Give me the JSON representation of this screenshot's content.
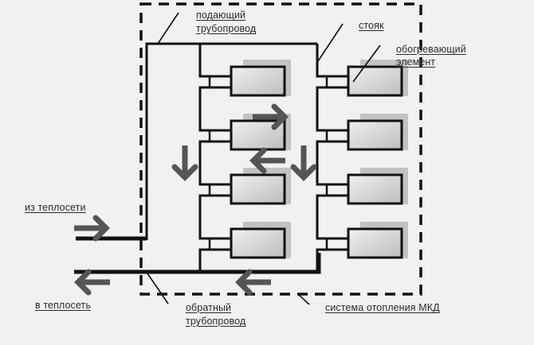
{
  "diagram": {
    "title": "система отопления МКД",
    "colors": {
      "background": "#f1f1f1",
      "pipe": "#111111",
      "arrow": "#555555",
      "boundary": "#111111",
      "radiator_shadow": "#c2c2c2",
      "radiator_fill_light": "#f0f0f0",
      "radiator_fill_dark": "#bdbdbd"
    },
    "labels": {
      "supply_pipe": [
        "подающий",
        "трубопровод"
      ],
      "riser": "стояк",
      "heating_element": [
        "обогревающий",
        "элемент"
      ],
      "from_network": "из теплосети",
      "to_network": "в теплосеть",
      "return_pipe": [
        "обратный",
        "трубопровод"
      ],
      "system": "система отопления МКД"
    },
    "risers": [
      {
        "name": "left-riser",
        "radiators": 4
      },
      {
        "name": "right-riser",
        "radiators": 4
      }
    ],
    "flow_arrows": [
      {
        "name": "inflow-arrow",
        "direction": "right",
        "meaning": "из теплосети"
      },
      {
        "name": "outflow-arrow",
        "direction": "left",
        "meaning": "в теплосеть"
      },
      {
        "name": "return-flow-arrow",
        "direction": "left"
      },
      {
        "name": "left-riser-down-arrow",
        "direction": "down"
      },
      {
        "name": "right-riser-down-arrow",
        "direction": "down"
      },
      {
        "name": "radiator-flow-right-arrow",
        "direction": "right"
      },
      {
        "name": "radiator-flow-left-arrow",
        "direction": "left"
      }
    ]
  }
}
